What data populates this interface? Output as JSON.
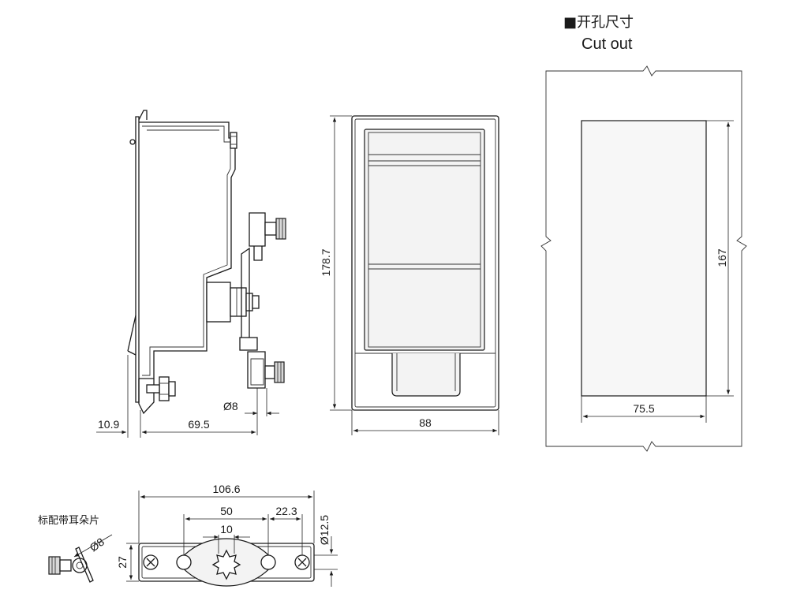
{
  "cutout": {
    "title_cn": "■开孔尺寸",
    "title_en": "Cut out",
    "width": "75.5",
    "height": "167"
  },
  "side_view": {
    "dim_offset": "10.9",
    "dim_depth": "69.5",
    "dim_diameter": "Ø8"
  },
  "front_view": {
    "dim_height": "178.7",
    "dim_width": "88"
  },
  "bottom_view": {
    "dim_overall": "106.6",
    "dim_inner": "50",
    "dim_hole_offset": "22.3",
    "dim_hub": "10",
    "dim_height": "27",
    "dim_hole_diameter": "Ø12.5"
  },
  "ear_piece": {
    "label": "标配带耳朵片",
    "dim_diameter": "Ø8"
  }
}
